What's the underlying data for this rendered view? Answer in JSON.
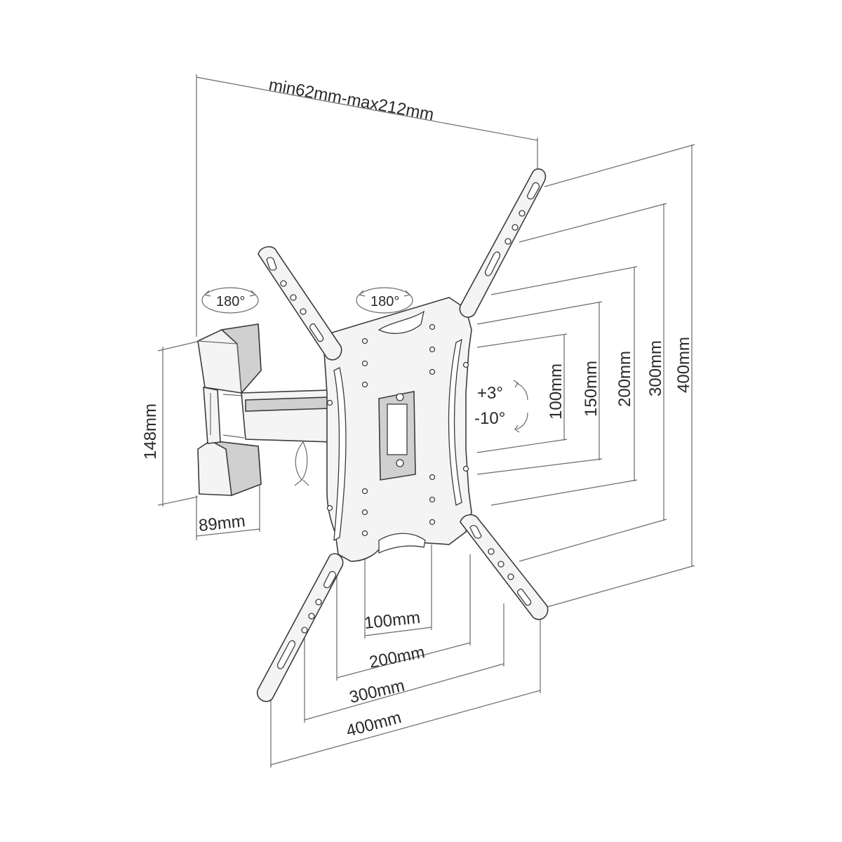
{
  "dimensions": {
    "arm_extension": "min62mm-max212mm",
    "wall_plate_height": "148mm",
    "wall_plate_depth": "89mm",
    "vesa_horizontal": [
      "100mm",
      "200mm",
      "300mm",
      "400mm"
    ],
    "vesa_vertical": [
      "100mm",
      "150mm",
      "200mm",
      "300mm",
      "400mm"
    ]
  },
  "rotation": {
    "wall_swivel": "180°",
    "arm_swivel": "180°",
    "tilt_up": "+3°",
    "tilt_down": "-10°"
  }
}
